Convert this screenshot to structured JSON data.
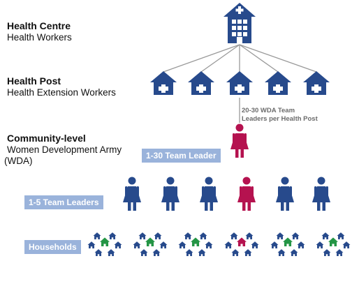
{
  "levels": {
    "health_centre": {
      "title": "Health Centre",
      "subtitle": "Health Workers"
    },
    "health_post": {
      "title": "Health Post",
      "subtitle": "Health Extension Workers"
    },
    "community": {
      "title": "Community-level",
      "subtitle_1": "Women Development Army",
      "subtitle_2": "(WDA)"
    }
  },
  "annotation": {
    "line_1": "20-30 WDA Team",
    "line_2": "Leaders per Health Post"
  },
  "tags": {
    "team_leader": "1-30 Team Leader",
    "team_leaders_1_5": "1-5 Team  Leaders",
    "households": "Households"
  },
  "colors": {
    "navy": "#274a8c",
    "light_blue": "#9ab3db",
    "magenta": "#b5124f",
    "green": "#249545",
    "line_gray": "#999999"
  },
  "icons": {
    "facility": "health-facility-icon",
    "woman": "woman-icon",
    "house": "house-icon"
  },
  "counts": {
    "health_posts": 5,
    "leader_figures": 6,
    "household_clusters": 6,
    "highlighted_index": 3
  }
}
